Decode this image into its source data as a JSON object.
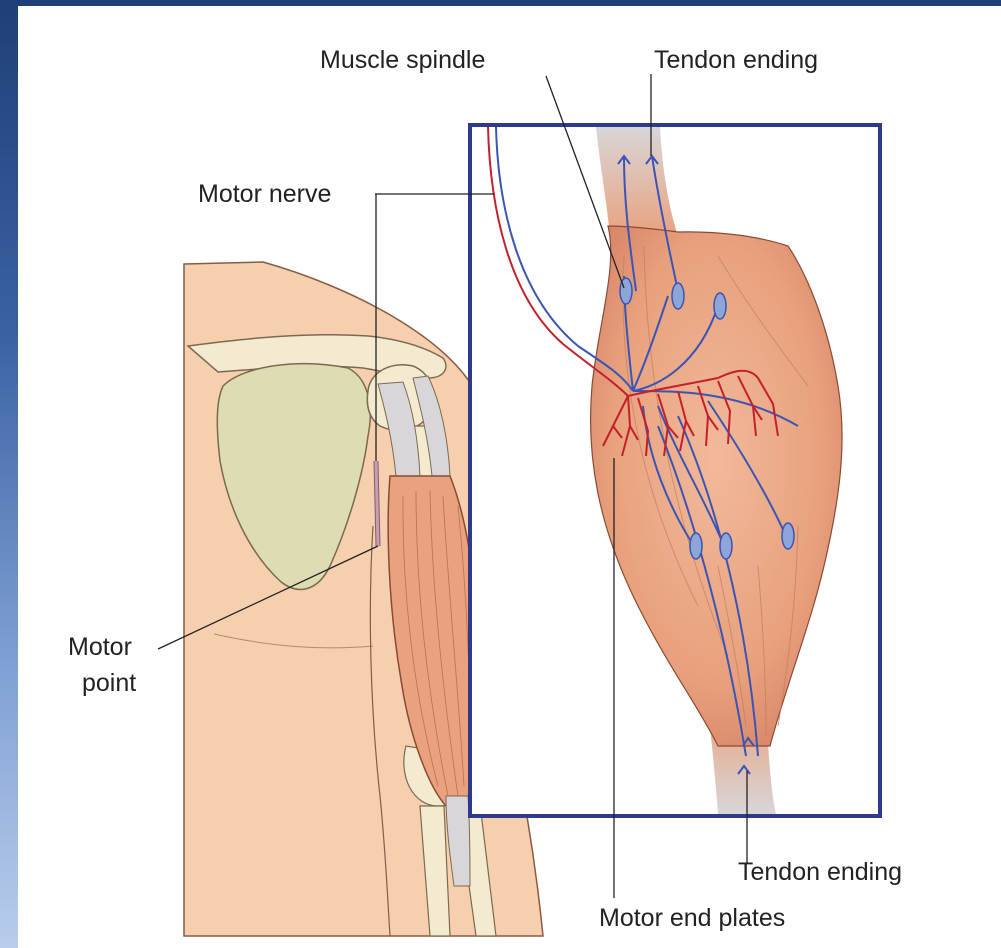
{
  "labels": {
    "muscle_spindle": "Muscle spindle",
    "tendon_ending_top": "Tendon ending",
    "motor_nerve": "Motor nerve",
    "motor_point_line1": "Motor",
    "motor_point_line2": "point",
    "tendon_ending_bottom": "Tendon ending",
    "motor_end_plates": "Motor end plates"
  },
  "colors": {
    "background_gradient_top": "#1f3f78",
    "background_gradient_bottom": "#b9cdec",
    "inset_frame": "#2e3a8c",
    "skin": "#f5cfae",
    "bone": "#f4ead0",
    "scapula": "#dedcb3",
    "muscle": "#e9a27f",
    "tendon": "#d9d6d4",
    "sensory_nerve": "#3a55b5",
    "motor_nerve": "#c4202b"
  }
}
